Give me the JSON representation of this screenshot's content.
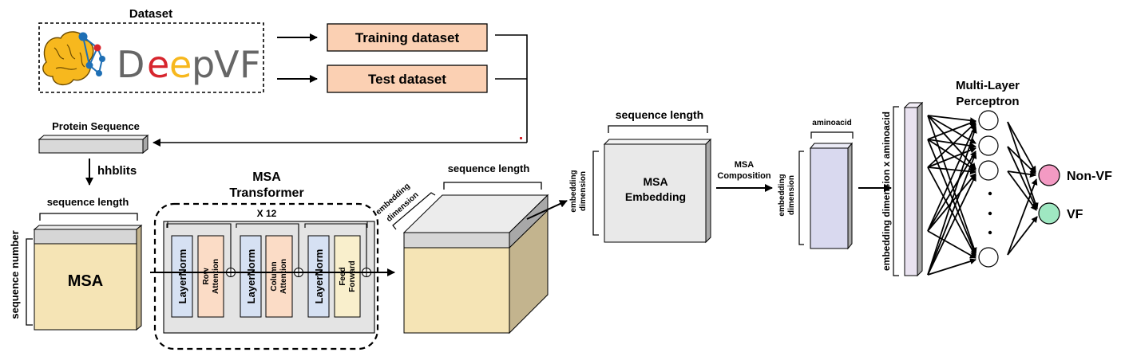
{
  "dataset": {
    "title": "Dataset",
    "logo_letters": [
      "D",
      "e",
      "e",
      "p",
      "V",
      "F"
    ],
    "training_label": "Training dataset",
    "test_label": "Test dataset"
  },
  "protein_sequence_label": "Protein Sequence",
  "hhblits_label": "hhblits",
  "msa": {
    "sequence_length_label": "sequence length",
    "sequence_number_label": "sequence number",
    "label": "MSA"
  },
  "transformer": {
    "title_line1": "MSA",
    "title_line2": "Transformer",
    "repeat_label": "X  12",
    "layernorm_label": "LayerNorm",
    "row_attention": [
      "Row",
      "Attention"
    ],
    "column_attention": [
      "Column",
      "Attention"
    ],
    "feed_forward": [
      "Feed",
      "Forward"
    ]
  },
  "output_block": {
    "embedding_dimension_label": [
      "embedding",
      "dimension"
    ],
    "sequence_length_label": "sequence length"
  },
  "msa_embedding": {
    "sequence_length_label": "sequence length",
    "embedding_dimension_label": [
      "embedding",
      "dimension"
    ],
    "label_line1": "MSA",
    "label_line2": "Embedding"
  },
  "composition": {
    "label_line1": "MSA",
    "label_line2": "Composition",
    "aminoacid_label": "aminoacid",
    "embedding_dimension_label": [
      "embedding",
      "dimension"
    ]
  },
  "flat_vector_label": "embedding dimension x aminoacid",
  "mlp": {
    "title_line1": "Multi-Layer",
    "title_line2": "Perceptron",
    "outputs": [
      "Non-VF",
      "VF"
    ]
  },
  "colors": {
    "dataset_box": "#fbd0b3",
    "msa_face": "#f5e4b5",
    "msa_top": "#d6d6d6",
    "cube_side": "#c3b48e",
    "layernorm": "#d6e1f3",
    "attention": "#fbdcc6",
    "feed_forward": "#f9efcc",
    "transformer_bg": "#e4e4e4",
    "embedding_face": "#e9e9e9",
    "composition": "#d9d9ef",
    "flat_vector": "#e9e2f0",
    "non_vf": "#f39ac3",
    "vf": "#9fe8c2",
    "logo_brain": "#f7b81e",
    "logo_net": "#1e6fb5",
    "logo_red": "#d7262e"
  }
}
